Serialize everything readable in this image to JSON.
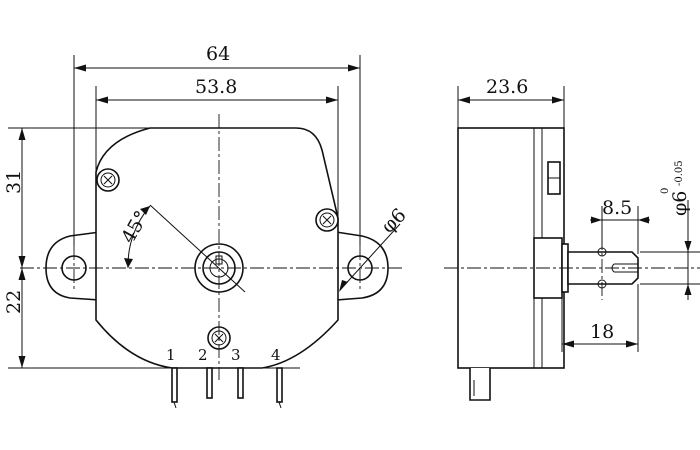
{
  "drawing": {
    "width_overall": "64",
    "width_mount_holes": "53.8",
    "height_upper": "31",
    "height_lower": "22",
    "angle": "45°",
    "hole_diameter": "φ6",
    "depth": "23.6",
    "shaft_flat": "8.5",
    "shaft_length": "18",
    "shaft_diameter": "φ6",
    "shaft_tol_upper": "0",
    "shaft_tol_lower": "-0.05",
    "terminals": [
      "1",
      "2",
      "3",
      "4"
    ]
  },
  "colors": {
    "line": "#111111",
    "background": "#ffffff"
  }
}
